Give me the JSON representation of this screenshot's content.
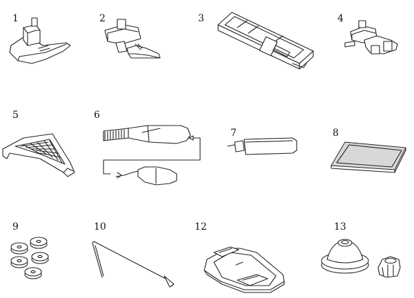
{
  "items": [
    {
      "label": "1"
    },
    {
      "label": "2"
    },
    {
      "label": "3"
    },
    {
      "label": "4"
    },
    {
      "label": "5"
    },
    {
      "label": "6"
    },
    {
      "label": "7"
    },
    {
      "label": "8"
    },
    {
      "label": "9"
    },
    {
      "label": "10"
    },
    {
      "label": "12"
    },
    {
      "label": "13"
    }
  ],
  "colors": {
    "line": "#222222",
    "background": "#ffffff"
  }
}
